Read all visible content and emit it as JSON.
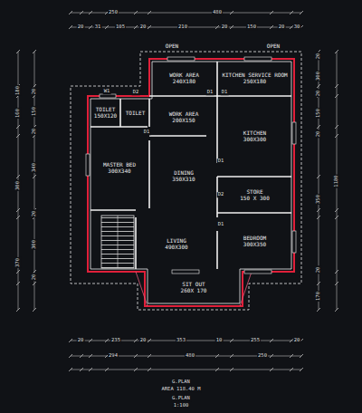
{
  "diagram": {
    "nodes": [
      {
        "text": [
          "OPEN"
        ]
      },
      {
        "text": [
          "OPEN"
        ]
      },
      {
        "text": [
          "WORK AREA",
          "240X180"
        ]
      },
      {
        "text": [
          "KITCHEN SERVICE ROOM",
          "250X180"
        ]
      },
      {
        "text": [
          "TOILET",
          "150X120"
        ]
      },
      {
        "text": [
          "TOILET"
        ]
      },
      {
        "text": [
          "WORK AREA",
          "200X150"
        ]
      },
      {
        "text": [
          "KITCHEN",
          "300X300"
        ]
      },
      {
        "text": [
          "MASTER BED",
          "300X340"
        ]
      },
      {
        "text": [
          "DINING",
          "350X310"
        ]
      },
      {
        "text": [
          "STORE",
          "150 X 300"
        ]
      },
      {
        "text": [
          "LIVING",
          "490X300"
        ]
      },
      {
        "text": [
          "BEDROOM",
          "300X350"
        ]
      },
      {
        "text": [
          "SIT OUT",
          "260X 170"
        ]
      }
    ],
    "edges": [],
    "labels": [
      "250",
      "480",
      "20",
      "31",
      "105",
      "20",
      "210",
      "20",
      "150",
      "20",
      "30",
      "180",
      "160",
      "300",
      "370",
      "20",
      "150",
      "20",
      "340",
      "20",
      "300",
      "20",
      "20",
      "300",
      "20",
      "150",
      "20",
      "350",
      "20",
      "170",
      "1180",
      "20",
      "235",
      "20",
      "353",
      "10",
      "255",
      "20",
      "294",
      "480",
      "250",
      "G.PLAN",
      "AREA 118.40 M",
      "G.PLAN",
      "1:100",
      "D1",
      "D1",
      "D2",
      "D1",
      "D2",
      "D1",
      "D1",
      "W1"
    ]
  }
}
